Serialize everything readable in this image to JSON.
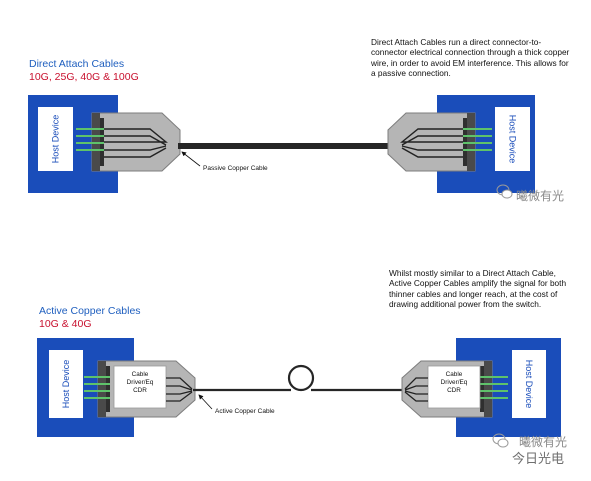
{
  "colors": {
    "host_blue": "#1a4dba",
    "section_title": "#1f5fbf",
    "speed_red": "#c8102e",
    "connector_grey": "#b7b7b7",
    "plate_dark": "#4a4a4a",
    "lane_green": "#5ec26a",
    "cable_dark": "#262626"
  },
  "dac": {
    "title": "Direct Attach Cables",
    "speeds": "10G, 25G, 40G & 100G",
    "description": "Direct Attach Cables run a direct connector-to-connector electrical connection through a thick copper wire, in order to avoid EM interference. This allows for a passive connection.",
    "host_left_label": "Host Device",
    "host_right_label": "Host Device",
    "cable_label": "Passive Copper Cable"
  },
  "acc": {
    "title": "Active Copper Cables",
    "speeds": "10G & 40G",
    "description": "Whilst mostly similar to a Direct Attach Cable, Active Copper Cables amplify the signal for both thinner cables and longer reach, at the cost of drawing additional power from the switch.",
    "host_left_label": "Host Device",
    "host_right_label": "Host Device",
    "chip_left_label": "Cable Driver/Eq CDR",
    "chip_right_label": "Cable Driver/Eq CDR",
    "cable_label": "Active Copper Cable"
  },
  "watermarks": {
    "top": "曦微有光",
    "bottom_a": "曦微有光",
    "bottom_b": "今日光电"
  },
  "icons": [
    "wechat-icon"
  ]
}
